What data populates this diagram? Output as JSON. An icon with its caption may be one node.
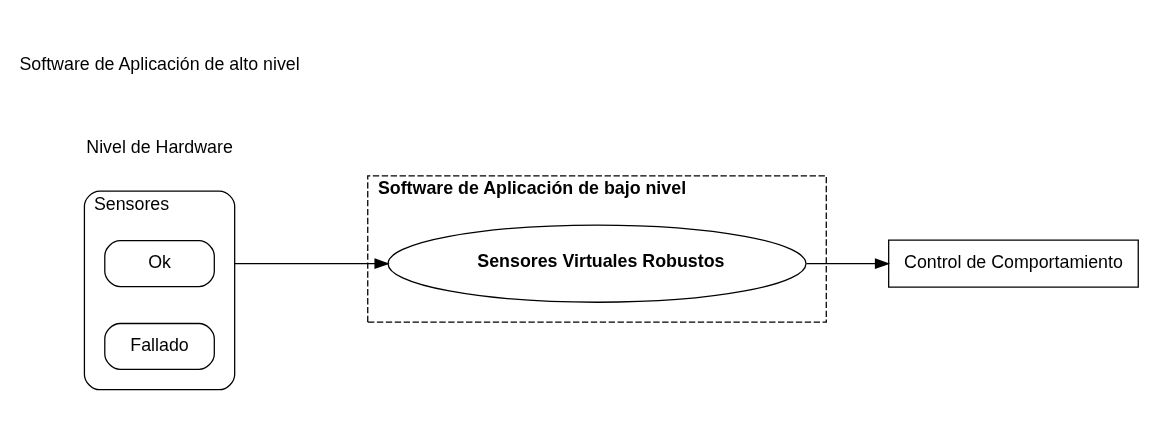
{
  "diagram": {
    "nodes": [
      {
        "text": [
          "Sensores"
        ]
      },
      {
        "text": [
          "Ok"
        ],
        "in": 0
      },
      {
        "text": [
          "Fallado"
        ],
        "in": 0
      },
      {
        "text": [
          "Software de Aplicación de bajo nivel"
        ]
      },
      {
        "text": [
          "Sensores Virtuales Robustos"
        ],
        "in": 3
      },
      {
        "text": [
          "Control de Comportamiento"
        ]
      }
    ],
    "edges": [
      {
        "from": 0,
        "to": 4,
        "arrow": "to"
      },
      {
        "from": 4,
        "to": 5,
        "arrow": "to"
      }
    ],
    "labels": [
      "Nivel de Hardware",
      "Software de Aplicación de alto nivel"
    ]
  }
}
